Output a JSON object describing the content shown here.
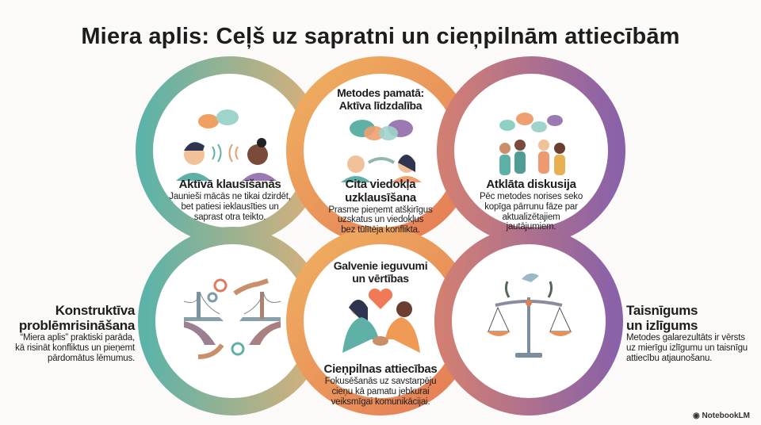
{
  "title": "Miera aplis: Ceļš uz sapratni un cieņpilnām attiecībām",
  "top_label": [
    "Metodes pamatā:",
    "Aktīva līdzdalība"
  ],
  "bottom_label": [
    "Galvenie ieguvumi",
    "un vērtības"
  ],
  "cards": [
    {
      "title": "Aktīvā klausīšanās",
      "body": [
        "Jaunieši mācās ne tikai dzirdēt,",
        "bet patiesi ieklausīties un",
        "saprast otra teikto."
      ]
    },
    {
      "title": "Cita viedokļa uzklausīšana",
      "body": [
        "Prasme pieņemt atšķirīgus",
        "uzskatus un viedokļus",
        "bez tūlītēja konflikta."
      ]
    },
    {
      "title": "Atklāta diskusija",
      "body": [
        "Pēc metodes norises seko",
        "kopīga pārrunu fāze par",
        "aktualizētajiem",
        "jautājumiem."
      ]
    },
    {
      "title": "Konstruktīva problēmrisināšana",
      "title_lines": [
        "Konstruktīva",
        "problēmrisināšana"
      ],
      "body": [
        "“Miera aplis” praktiski parāda,",
        "kā risināt konfliktus un pieņemt",
        "pārdomātus lēmumus."
      ]
    },
    {
      "title": "Cieņpilnas attiecības",
      "body": [
        "Fokusēšanās uz savstarpēju",
        "cieņu kā pamatu jebkurai",
        "veiksmīgai komunikācijai."
      ]
    },
    {
      "title": "Taisnīgums un izlīgums",
      "title_lines": [
        "Taisnīgums",
        "un izlīgums"
      ],
      "body": [
        "Metodes galarezultāts ir vērsts",
        "uz mierīgu izlīgumu un taisnīgu",
        "attiecību atjaunošanu."
      ]
    }
  ],
  "brand": "NotebookLM",
  "colors": {
    "teal": "#5fb0a6",
    "orange": "#ee9a55",
    "purple": "#8f65a8",
    "mauve": "#c97a7a"
  }
}
